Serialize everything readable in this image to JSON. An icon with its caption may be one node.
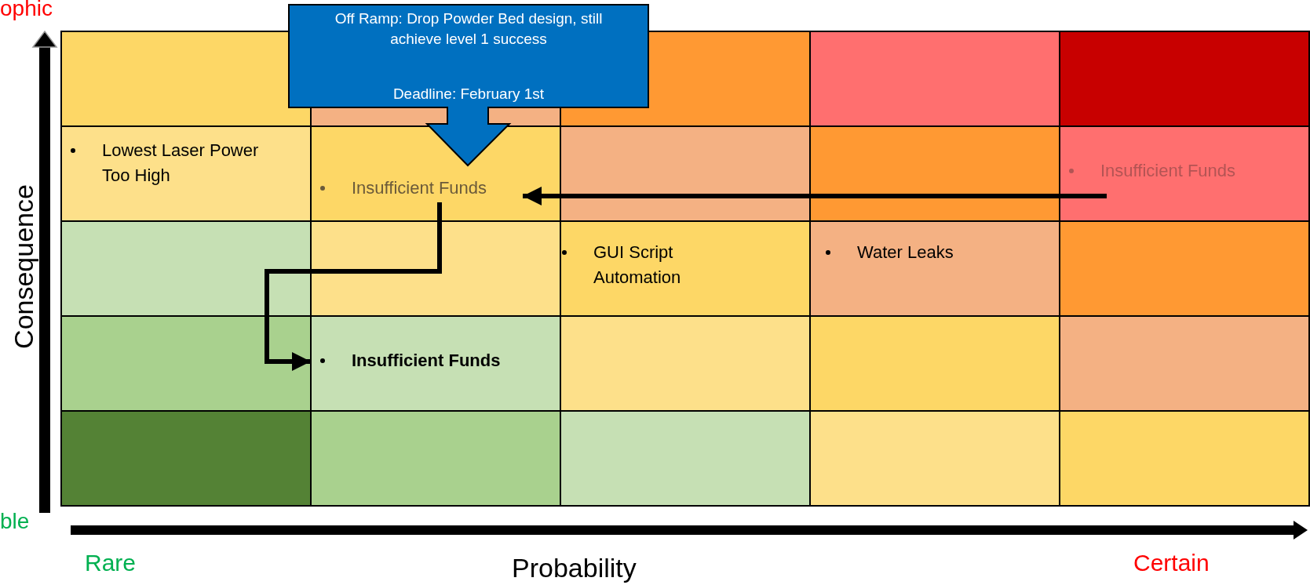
{
  "diagram": {
    "nodes": [
      {
        "text": [
          "Off Ramp: Drop Powder Bed design, still achieve level 1 success",
          "Deadline: February 1st"
        ]
      },
      {
        "text": [
          "Lowest Laser Power Too High"
        ]
      },
      {
        "text": [
          "Insufficient Funds"
        ]
      },
      {
        "text": [
          "Insufficient Funds"
        ]
      },
      {
        "text": [
          "GUI Script Automation"
        ]
      },
      {
        "text": [
          "Water Leaks"
        ]
      },
      {
        "text": [
          "Insufficient Funds"
        ]
      }
    ],
    "edges": [
      {
        "from": 3,
        "to": 2,
        "arrow": "to"
      },
      {
        "from": 2,
        "to": 6,
        "arrow": "to"
      }
    ],
    "labels": [
      "ophic",
      "Consequence",
      "ble",
      "Rare",
      "Probability",
      "Certain"
    ]
  }
}
